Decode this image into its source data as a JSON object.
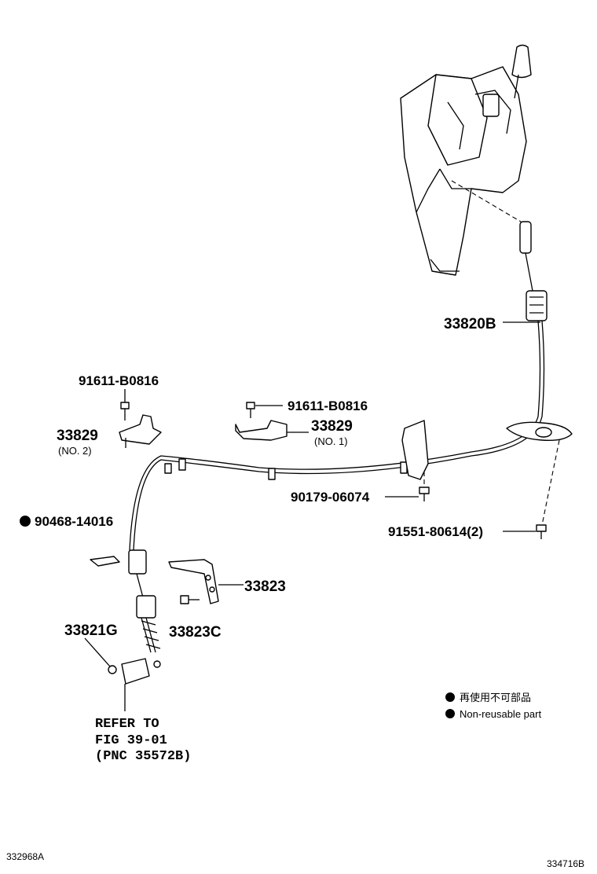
{
  "parts": {
    "p33820B": "33820B",
    "p91611_left": "91611-B0816",
    "p33829_left": "33829",
    "p33829_left_sub": "(NO. 2)",
    "p91611_center": "91611-B0816",
    "p33829_center": "33829",
    "p33829_center_sub": "(NO. 1)",
    "p90179": "90179-06074",
    "p90468": "90468-14016",
    "p91551": "91551-80614(2)",
    "p33823": "33823",
    "p33823C": "33823C",
    "p33821G": "33821G"
  },
  "refer": {
    "line1": "REFER TO",
    "line2": "FIG 39-01",
    "line3": "(PNC 35572B)"
  },
  "legend": {
    "item1": "再使用不可部品",
    "item2": "Non-reusable part"
  },
  "codes": {
    "bottom_left": "332968A",
    "bottom_right": "334716B"
  }
}
